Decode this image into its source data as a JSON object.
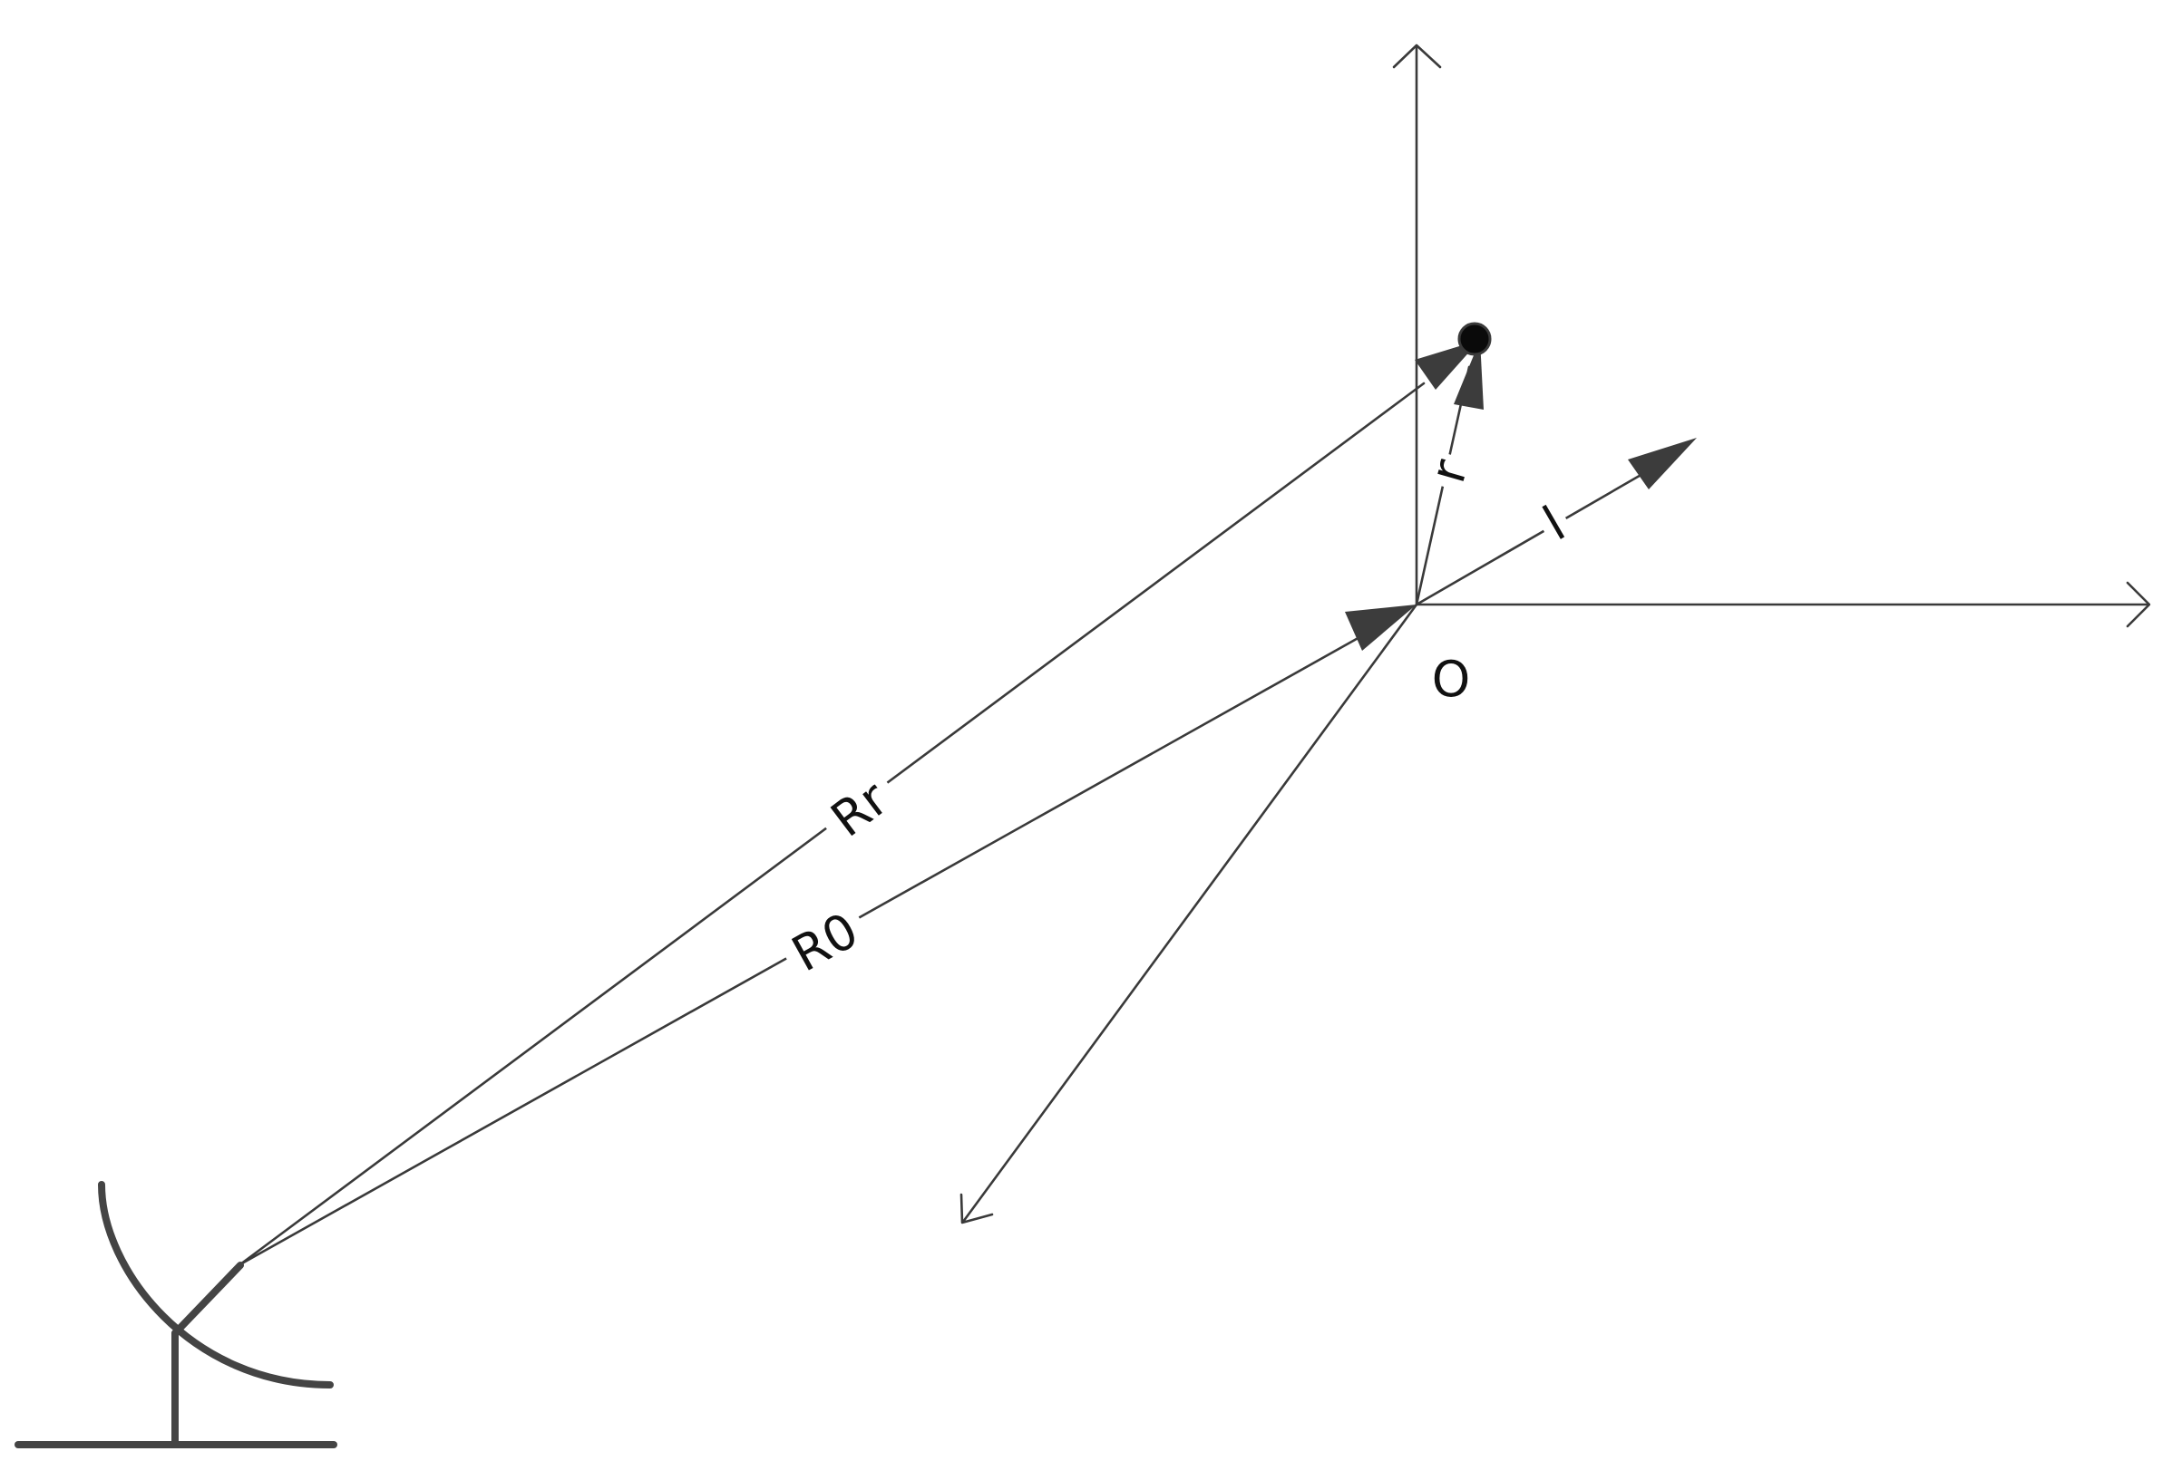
{
  "labels": {
    "origin": "O",
    "vector_r": "r",
    "vector_l": "l",
    "vector_Rr": "Rr",
    "vector_R0": "R0"
  },
  "colors": {
    "stroke": "#3a3a3a",
    "heavy_stroke": "#444444",
    "background": "#ffffff"
  }
}
